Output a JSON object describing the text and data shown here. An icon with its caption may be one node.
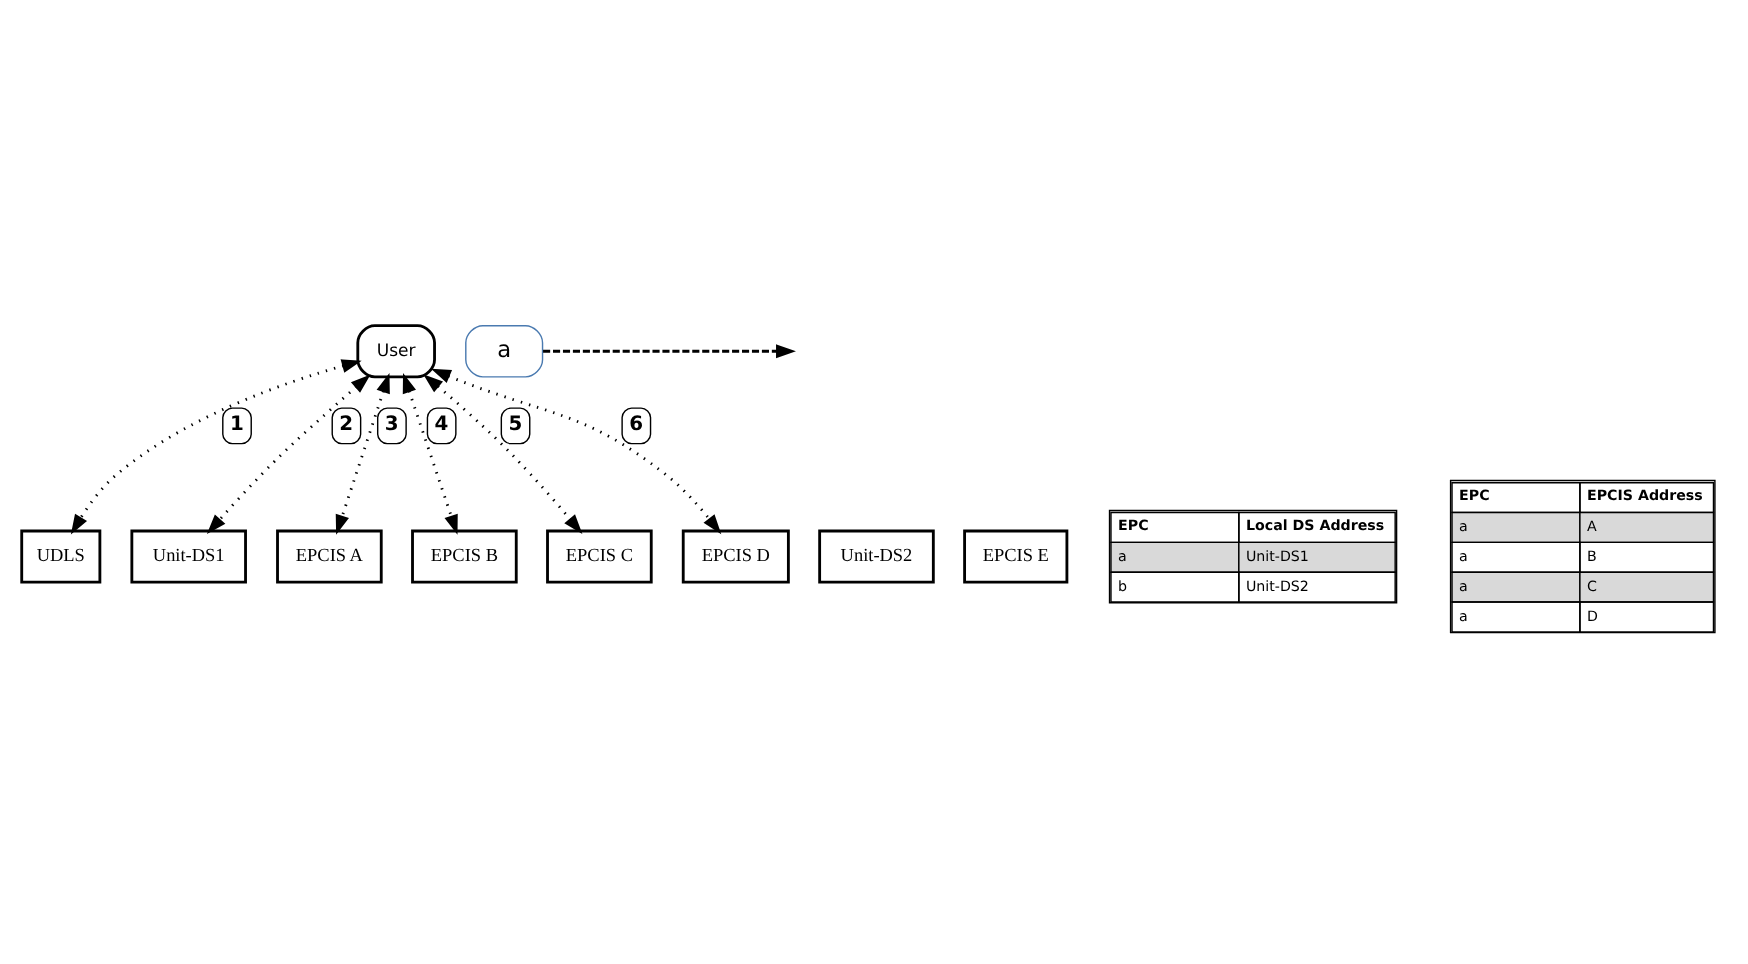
{
  "diagram": {
    "nodes": [
      {
        "text": [
          "User"
        ]
      },
      {
        "text": [
          "UDLS"
        ]
      },
      {
        "text": [
          "Unit-DS1"
        ]
      },
      {
        "text": [
          "Unit-DS2"
        ]
      },
      {
        "text": [
          "EPCIS A"
        ]
      },
      {
        "text": [
          "EPCIS B"
        ]
      },
      {
        "text": [
          "EPCIS C"
        ]
      },
      {
        "text": [
          "EPCIS D"
        ]
      },
      {
        "text": [
          "EPCIS E"
        ]
      },
      {
        "text": [
          "a"
        ]
      }
    ],
    "edges": [
      {
        "from": 0,
        "to": 1,
        "arrow": "both",
        "label": "1"
      },
      {
        "from": 0,
        "to": 2,
        "arrow": "both",
        "label": "2"
      },
      {
        "from": 0,
        "to": 4,
        "arrow": "both",
        "label": "3"
      },
      {
        "from": 0,
        "to": 5,
        "arrow": "both",
        "label": "4"
      },
      {
        "from": 0,
        "to": 6,
        "arrow": "both",
        "label": "5"
      },
      {
        "from": 0,
        "to": 7,
        "arrow": "both",
        "label": "6"
      },
      {
        "from": 9,
        "to": null,
        "arrow": "to",
        "style": "dashed"
      }
    ],
    "labels": [
      "EPC",
      "Local DS Address",
      "a",
      "Unit-DS1",
      "b",
      "Unit-DS2",
      "EPC",
      "EPCIS Address",
      "a",
      "A",
      "a",
      "B",
      "a",
      "C",
      "a",
      "D"
    ]
  }
}
